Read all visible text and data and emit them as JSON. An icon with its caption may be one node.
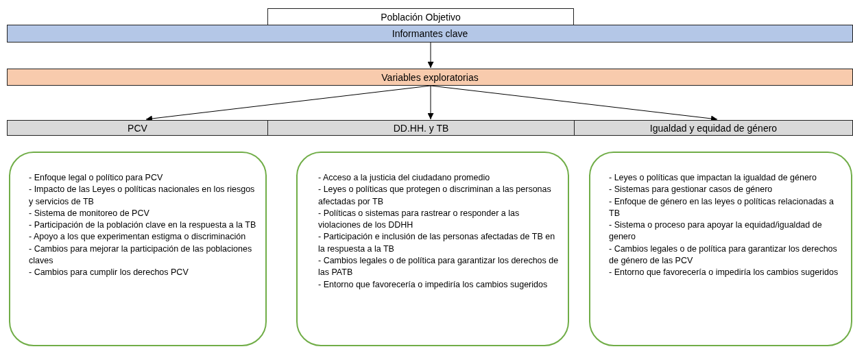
{
  "diagram": {
    "nodes": [
      {
        "text": [
          "Población Objetivo"
        ]
      },
      {
        "text": [
          "Informantes clave"
        ]
      },
      {
        "text": [
          "Variables exploratorias"
        ]
      },
      {
        "text": [
          "PCV"
        ]
      },
      {
        "text": [
          "DD.HH. y TB"
        ]
      },
      {
        "text": [
          "Igualdad y equidad de género"
        ]
      },
      {
        "text": [
          "- Enfoque legal o político para PCV",
          "- Impacto de las Leyes o políticas nacionales en los riesgos y servicios de TB",
          "- Sistema de monitoreo de PCV",
          "- Participación de la población clave en la respuesta a la TB",
          "- Apoyo a los que experimentan estigma o discriminación",
          "- Cambios para mejorar la participación de las poblaciones claves",
          "- Cambios para cumplir los derechos PCV"
        ]
      },
      {
        "text": [
          "- Acceso a la justicia del ciudadano promedio",
          "- Leyes o políticas que protegen o discriminan a las personas afectadas por TB",
          "- Políticas o sistemas para rastrear o responder a las violaciones de los DDHH",
          "- Participación e inclusión de las personas afectadas de TB en la respuesta a la TB",
          "- Cambios legales o de política para garantizar los derechos de las PATB",
          "- Entorno que favorecería o impediría los cambios sugeridos"
        ]
      },
      {
        "text": [
          "- Leyes o políticas que impactan la igualdad de género",
          "- Sistemas para gestionar casos de género",
          "- Enfoque de género en las leyes o políticas relacionadas a TB",
          "- Sistema o proceso para apoyar la equidad/igualdad de genero",
          "- Cambios legales o de política para garantizar los derechos de género de las PCV",
          "- Entorno que favorecería o impediría los cambios sugeridos"
        ]
      }
    ],
    "edges": [
      {
        "from": 1,
        "to": 2,
        "arrow": "to"
      },
      {
        "from": 2,
        "to": 3,
        "arrow": "to"
      },
      {
        "from": 2,
        "to": 4,
        "arrow": "to"
      },
      {
        "from": 2,
        "to": 5,
        "arrow": "to"
      }
    ]
  }
}
